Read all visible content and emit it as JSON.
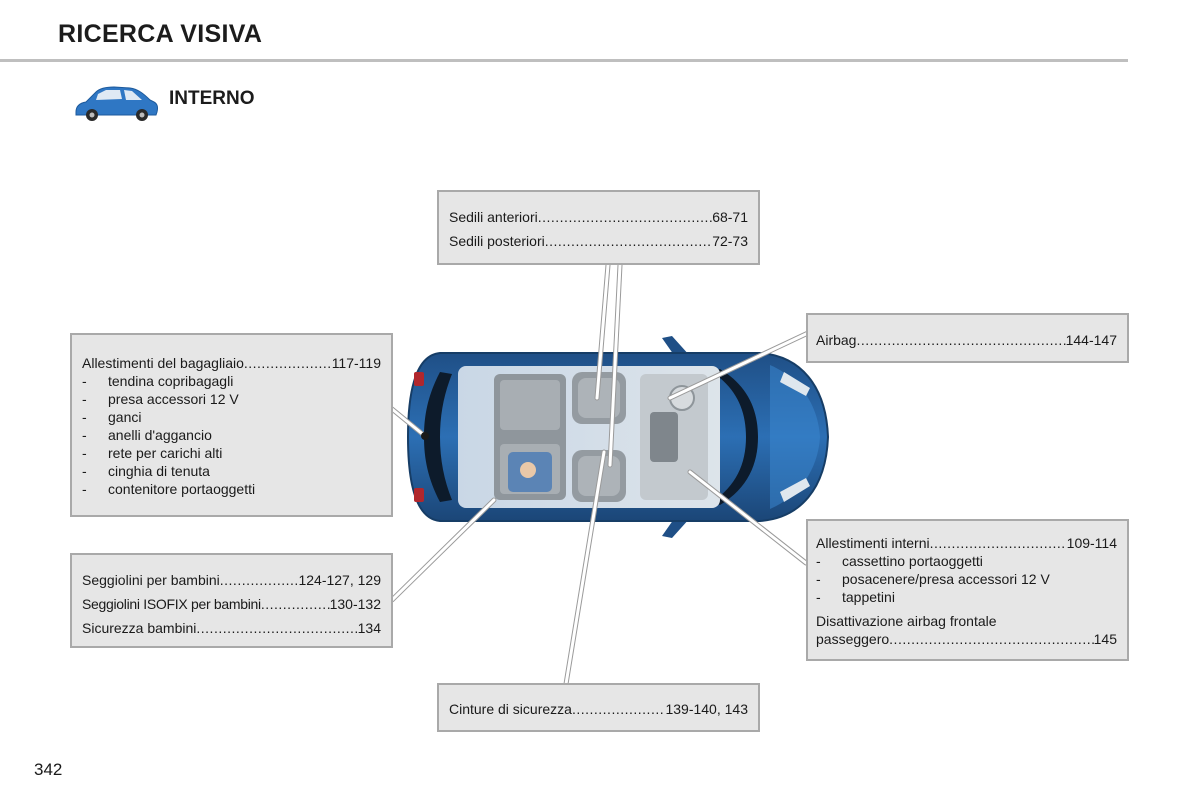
{
  "header": {
    "title": "RICERCA VISIVA"
  },
  "section": {
    "title": "INTERNO",
    "icon": "car-icon"
  },
  "boxes": {
    "seats": {
      "items": [
        {
          "label": "Sedili anteriori",
          "pages": "68-71"
        },
        {
          "label": "Sedili posteriori",
          "pages": "72-73"
        }
      ]
    },
    "airbag": {
      "label": "Airbag",
      "pages": "144-147"
    },
    "luggage": {
      "label": "Allestimenti del bagagliaio",
      "pages": "117-119",
      "bullets": [
        "tendina copribagagli",
        "presa accessori 12 V",
        "ganci",
        "anelli d'aggancio",
        "rete per carichi alti",
        "cinghia di tenuta",
        "contenitore portaoggetti"
      ]
    },
    "children": {
      "items": [
        {
          "label": "Seggiolini per bambini",
          "pages": "124-127, 129"
        },
        {
          "label": "Seggiolini ISOFIX per bambini",
          "pages": "130-132"
        },
        {
          "label": "Sicurezza bambini",
          "pages": "134"
        }
      ]
    },
    "interior": {
      "label": "Allestimenti interni",
      "pages": "109-114",
      "bullets": [
        "cassettino portaoggetti",
        "posacenere/presa accessori 12 V",
        "tappetini"
      ],
      "airbag_off_line1": "Disattivazione airbag frontale",
      "airbag_off_label": "passeggero",
      "airbag_off_pages": "145"
    },
    "belts": {
      "label": "Cinture di sicurezza",
      "pages": "139-140, 143"
    }
  },
  "bullet_char": "-",
  "dots": "..................................................................................................",
  "footer": {
    "page_number": "342"
  },
  "colors": {
    "box_bg": "#e6e6e6",
    "box_border": "#a9a9a9",
    "car_blue": "#1d5a9c",
    "rule": "#bfbfbf"
  }
}
